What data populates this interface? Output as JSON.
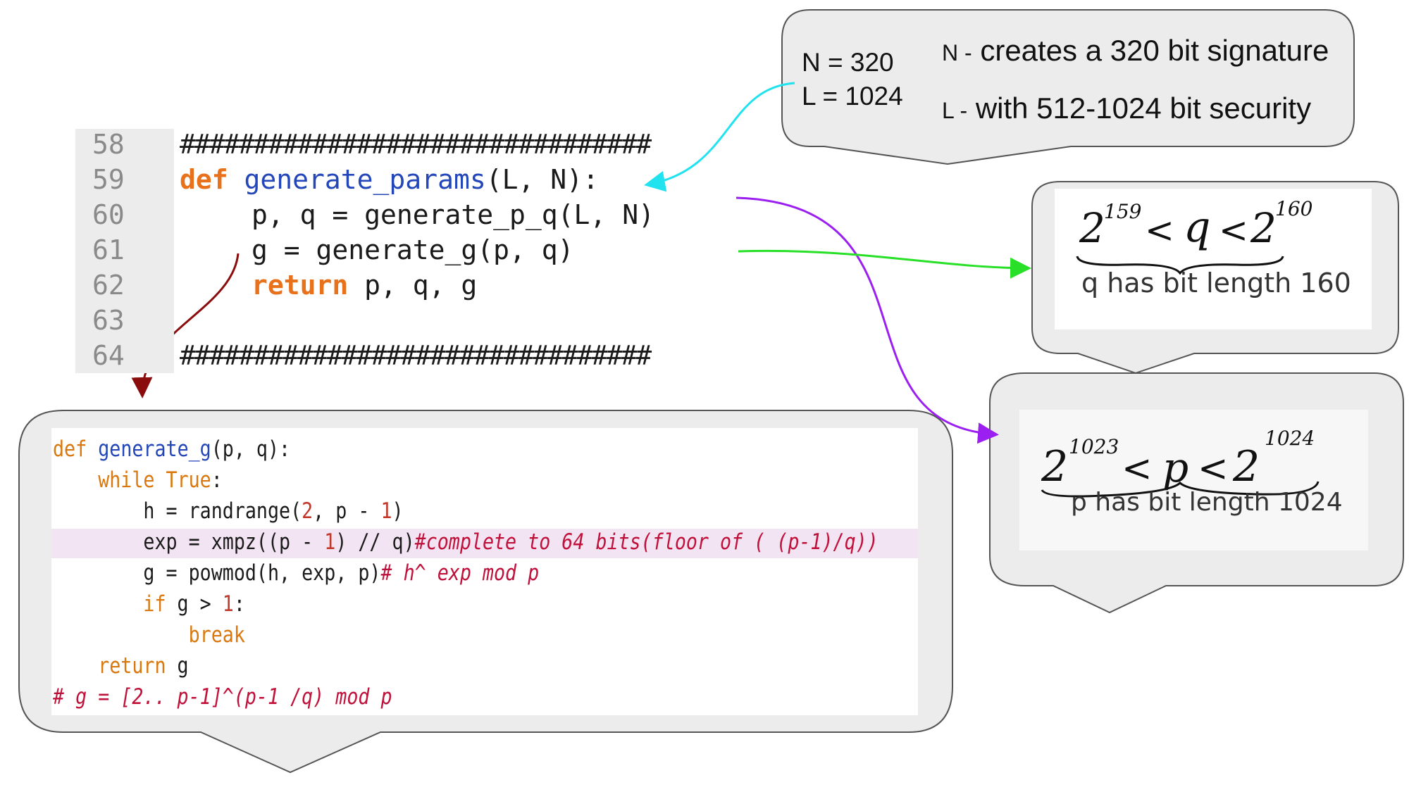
{
  "params": {
    "n_value": "N = 320",
    "l_value": "L = 1024",
    "n_prefix": "N -",
    "n_desc": "creates a 320 bit signature",
    "l_prefix": "L -",
    "l_desc": "with 512-1024 bit security"
  },
  "top_code": {
    "line_numbers": [
      "58",
      "59",
      "60",
      "61",
      "62",
      "63",
      "64"
    ],
    "hash_rule": "################################",
    "def_kw": "def",
    "fn_name": "generate_params",
    "fn_args": "(L, N):",
    "line60": "p, q = generate_p_q(L, N)",
    "line61": "g = generate_g(p, q)",
    "return_kw": "return",
    "return_vals": " p, q, g"
  },
  "bottom_code": {
    "l1_kw": "def",
    "l1_fn": "generate_g",
    "l1_rest": "(p, q):",
    "l2_kw": "while",
    "l2_true": "True",
    "l2_colon": ":",
    "l3_a": "h = randrange(",
    "l3_n1": "2",
    "l3_b": ", p - ",
    "l3_n2": "1",
    "l3_c": ")",
    "l4_a": "exp = xmpz((p - ",
    "l4_n": "1",
    "l4_b": ") // q)",
    "l4_cm": "#complete to 64 bits(floor of ( (p-1)/q))",
    "l5_a": "g = powmod(h, exp, p)",
    "l5_cm": "# h^ exp mod p",
    "l6_kw": "if",
    "l6_a": " g > ",
    "l6_n": "1",
    "l6_b": ":",
    "l7_kw": "break",
    "l8_kw": "return",
    "l8_a": " g",
    "l9_cm": "# g = [2.. p-1]^(p-1 /q) mod p"
  },
  "q_note": {
    "base1": "2",
    "exp1": "159",
    "lt1": "<",
    "var": "q",
    "lt2": "<",
    "base2": "2",
    "exp2": "160",
    "caption": "q  has  bit  length  160"
  },
  "p_note": {
    "base1": "2",
    "exp1": "1023",
    "lt1": "<",
    "var": "p",
    "lt2": "<",
    "base2": "2",
    "exp2": "1024",
    "caption": "p  has  bit  length  1024"
  },
  "colors": {
    "hash": "#cc1b1b",
    "keyword": "#e8711c",
    "function": "#2346b8",
    "arrow_cyan": "#21e3ef",
    "arrow_purple": "#9b1ff0",
    "arrow_green": "#27e027",
    "arrow_darkred": "#8b0c0c"
  }
}
